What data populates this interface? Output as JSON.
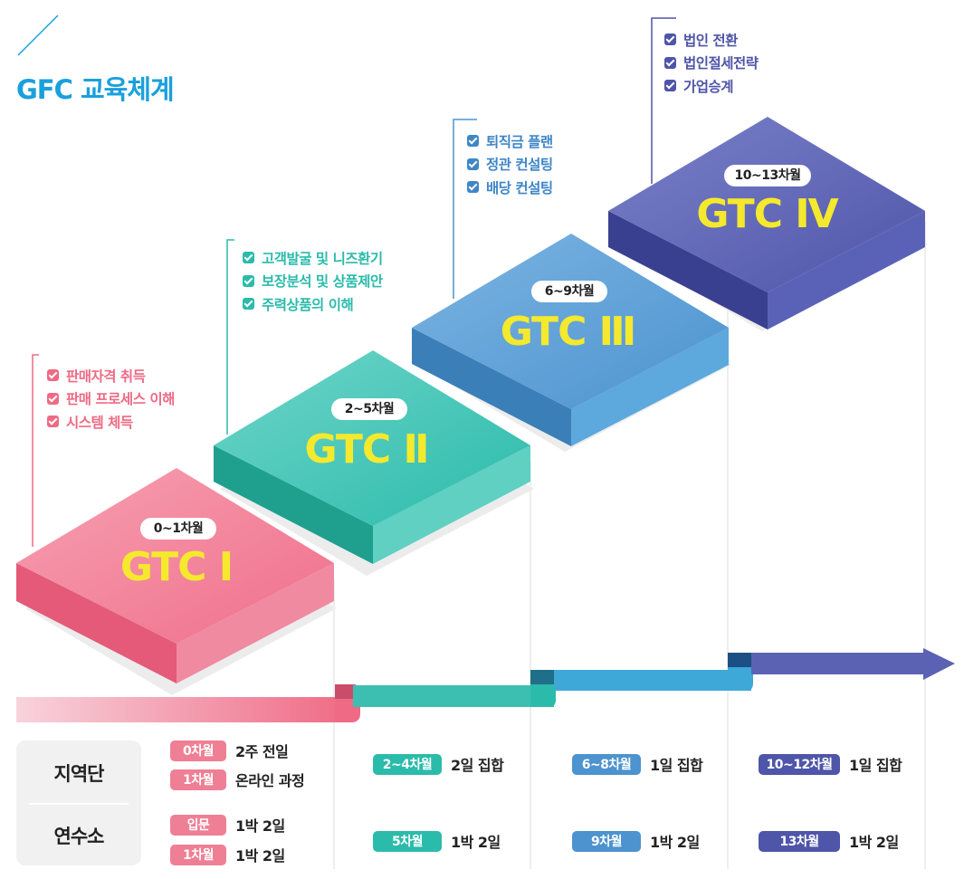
{
  "title": "GFC 교육체계",
  "colors": {
    "title": "#1aa0dc",
    "s1": "#ef6a85",
    "s2": "#2bbbab",
    "s3": "#4c93cf",
    "s4": "#4f55a8"
  },
  "stages": [
    {
      "name": "GTC Ⅰ",
      "period": "0~1차월",
      "items": [
        "판매자격 취득",
        "판매 프로세스 이해",
        "시스템 체득"
      ]
    },
    {
      "name": "GTC Ⅱ",
      "period": "2~5차월",
      "items": [
        "고객발굴 및 니즈환기",
        "보장분석 및 상품제안",
        "주력상품의 이해"
      ]
    },
    {
      "name": "GTC Ⅲ",
      "period": "6~9차월",
      "items": [
        "퇴직금 플랜",
        "정관 컨설팅",
        "배당 컨설팅"
      ]
    },
    {
      "name": "GTC Ⅳ",
      "period": "10~13차월",
      "items": [
        "법인 전환",
        "법인절세전략",
        "가업승계"
      ]
    }
  ],
  "schedule": {
    "regional_label": "지역단",
    "center_label": "연수소",
    "stage1": {
      "regional": [
        {
          "pill": "0차월",
          "text": "2주 전일"
        },
        {
          "pill": "1차월",
          "text": "온라인 과정"
        }
      ],
      "center": [
        {
          "pill": "입문",
          "text": "1박 2일"
        },
        {
          "pill": "1차월",
          "text": "1박 2일"
        }
      ]
    },
    "stage2": {
      "regional": {
        "pill": "2~4차월",
        "text": "2일 집합"
      },
      "center": {
        "pill": "5차월",
        "text": "1박 2일"
      }
    },
    "stage3": {
      "regional": {
        "pill": "6~8차월",
        "text": "1일 집합"
      },
      "center": {
        "pill": "9차월",
        "text": "1박 2일"
      }
    },
    "stage4": {
      "regional": {
        "pill": "10~12차월",
        "text": "1일 집합"
      },
      "center": {
        "pill": "13차월",
        "text": "1박 2일"
      }
    }
  }
}
